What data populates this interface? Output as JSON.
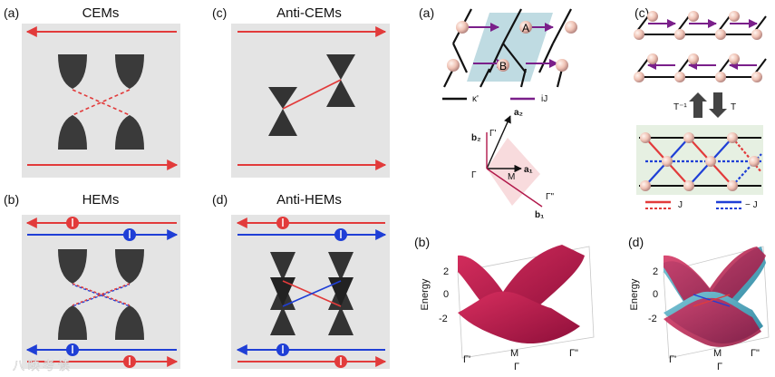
{
  "left": {
    "panels": [
      {
        "tag": "(a)",
        "title": "CEMs"
      },
      {
        "tag": "(b)",
        "title": "HEMs"
      },
      {
        "tag": "(c)",
        "title": "Anti-CEMs"
      },
      {
        "tag": "(d)",
        "title": "Anti-HEMs"
      }
    ]
  },
  "right": {
    "tags": {
      "a": "(a)",
      "b": "(b)",
      "c": "(c)",
      "d": "(d)"
    },
    "lattice": {
      "site_a": "A",
      "site_b": "B"
    },
    "legend_a": {
      "kappa": "κ'",
      "ij": "iJ"
    },
    "vectors": {
      "a2": "a₂",
      "a1": "a₁",
      "b2": "b₂",
      "b1": "b₁",
      "gamma": "Γ",
      "gamma_p": "Γ'",
      "gamma_pp": "Γ\"",
      "m": "M"
    },
    "transform": {
      "t_inv": "T⁻¹",
      "t": "T"
    },
    "legend_c": {
      "j": "J",
      "neg_j": "− J"
    },
    "plot": {
      "ylabel": "Energy",
      "yticks": [
        "2",
        "0",
        "-2"
      ],
      "xticks": [
        "Γ'",
        "M",
        "Γ\""
      ],
      "xsub": "Γ"
    }
  },
  "colors": {
    "red": "#e23b3b",
    "blue": "#1f3fd6",
    "purple": "#7a1f8a",
    "crimson": "#b1174a",
    "teal": "#3f9bb3",
    "panel": "#e4e4e4"
  },
  "watermark": "八 映 考 读"
}
